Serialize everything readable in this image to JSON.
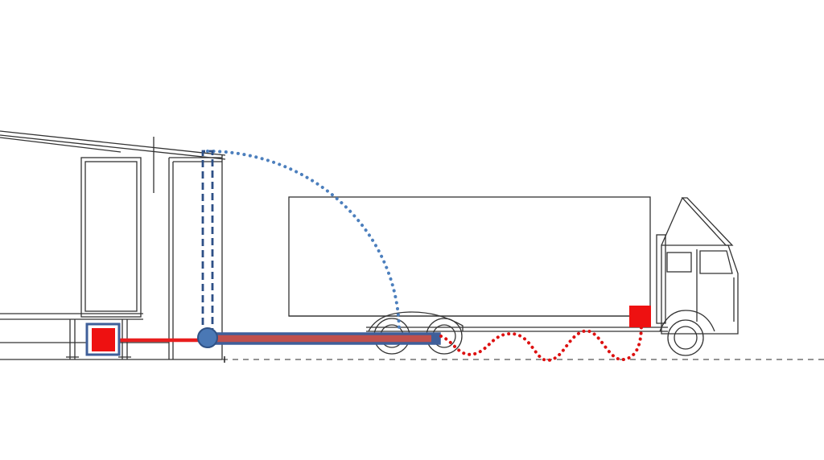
{
  "colors": {
    "background": "#ffffff",
    "line": "#333333",
    "ground_dash": "#555555",
    "rail_red": "#e81e1e",
    "box_red": "#ee1111",
    "box_outline_blue": "#3f5f9a",
    "pivot_blue": "#4a78b5",
    "pivot_outline": "#2f5286",
    "arc_dotted_blue": "#4c7fbd",
    "vertical_dash_blue": "#2d4f86",
    "arm_fill": "#c0504d",
    "arm_outline": "#3f5f9a",
    "cable_dotted_red": "#dd1111"
  },
  "icons": {
    "terminal_box": "red-square",
    "pivot": "blue-circle",
    "vehicle_socket": "red-square"
  }
}
